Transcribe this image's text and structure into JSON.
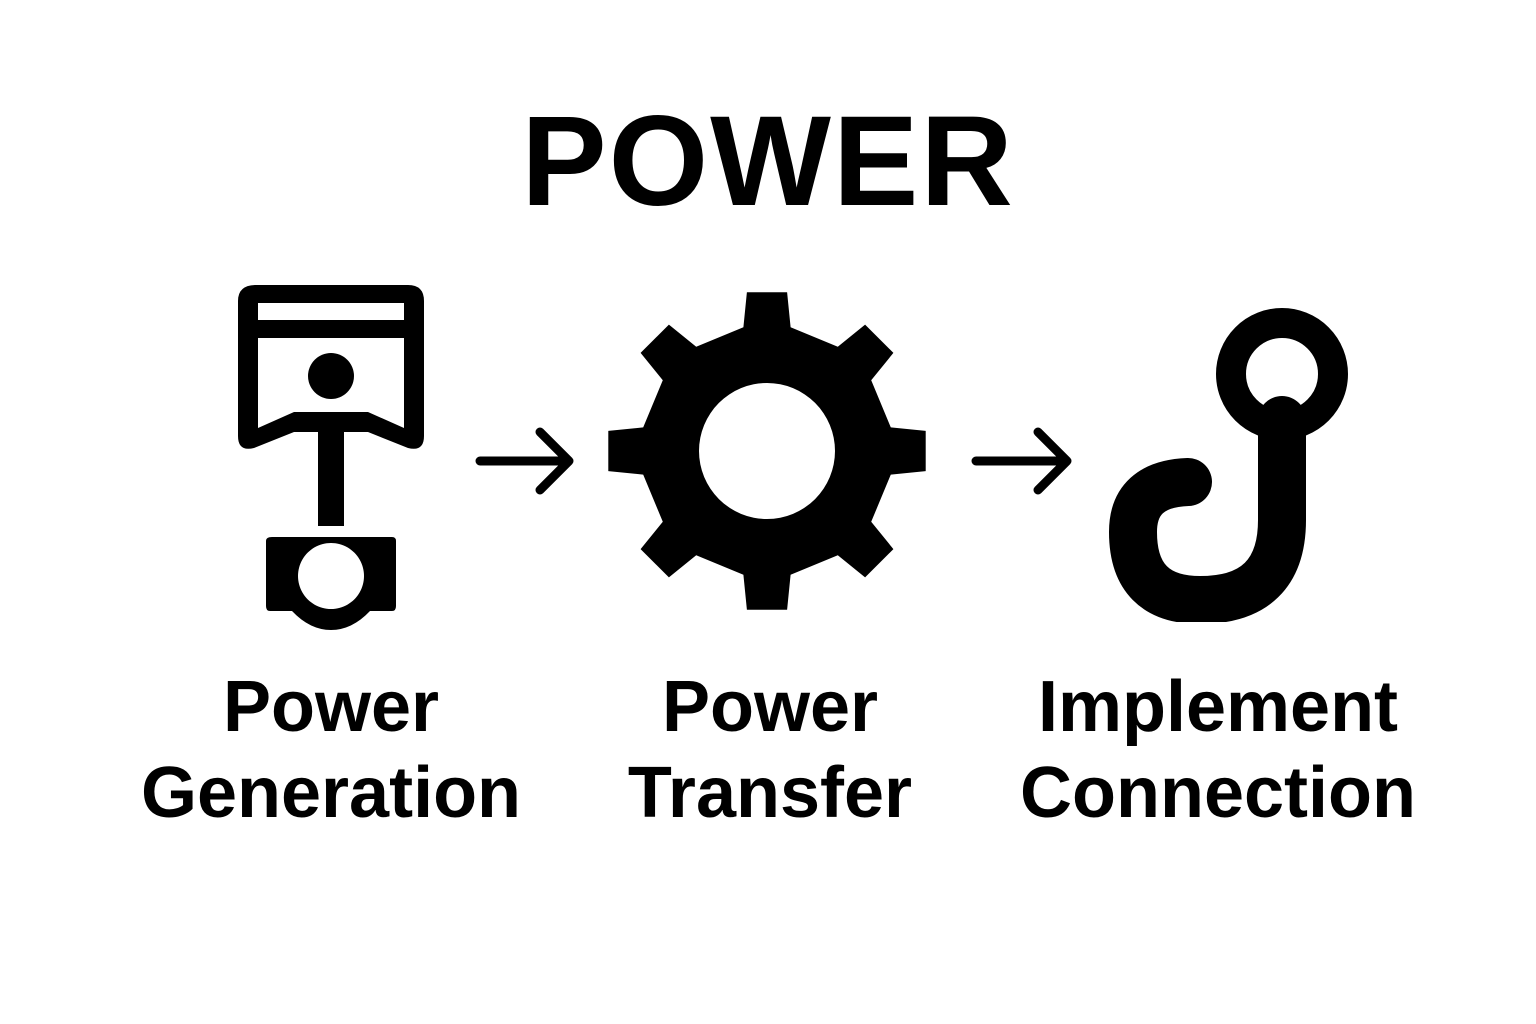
{
  "diagram": {
    "title": "POWER",
    "steps": [
      {
        "icon": "piston-icon",
        "line1": "Power",
        "line2": "Generation"
      },
      {
        "icon": "gear-icon",
        "line1": "Power",
        "line2": "Transfer"
      },
      {
        "icon": "hook-icon",
        "line1": "Implement",
        "line2": "Connection"
      }
    ],
    "connectors": [
      "arrow-right-icon",
      "arrow-right-icon"
    ],
    "colors": {
      "foreground": "#000000",
      "background": "#ffffff"
    }
  }
}
